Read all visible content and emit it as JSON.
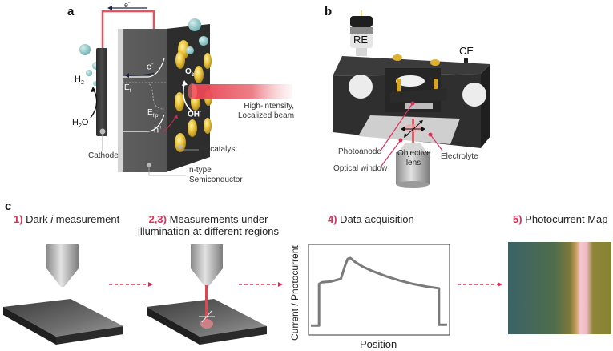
{
  "panels": {
    "a": {
      "label": "a",
      "electron_top": "e",
      "electron_top_sup": "-",
      "h2": "H",
      "h2_sub": "2",
      "h2o_left": "H",
      "h2o_sub": "2",
      "h2o_right": "O",
      "e_band": "e",
      "e_band_sup": "-",
      "ef": "E",
      "ef_sub": "f",
      "efp": "E",
      "efp_sub": "f,p",
      "h_plus": "h",
      "h_plus_sup": "+",
      "o2": "O",
      "o2_sub": "2",
      "oh": "OH",
      "oh_sup": "-",
      "beam_line1": "High-intensity,",
      "beam_line2": "Localized beam",
      "ni_catalyst": "Ni catalyst",
      "cathode": "Cathode",
      "semiconductor_line1": "n-type",
      "semiconductor_line2": "Semiconductor"
    },
    "b": {
      "label": "b",
      "re": "RE",
      "ce": "CE",
      "photoanode": "Photoanode",
      "optical_window": "Optical window",
      "objective_line1": "Objective",
      "objective_line2": "lens",
      "electrolyte": "Electrolyte"
    },
    "c": {
      "label": "c",
      "steps": [
        {
          "num": "1)",
          "text_pre": " Dark ",
          "text_italic": "i",
          "text_post": " measurement"
        },
        {
          "num": "2,3)",
          "line1": " Measurements under",
          "line2": "illumination at different regions"
        },
        {
          "num": "4)",
          "text": " Data acquisition"
        },
        {
          "num": "5)",
          "text": " Photocurrent Map"
        }
      ],
      "chart": {
        "ylabel": "Current / Photocurrent",
        "xlabel": "Position"
      }
    }
  },
  "colors": {
    "accent_red": "#e0305a",
    "beam_red": "#e8414f",
    "catalyst_gold": "#e8c23a",
    "bubble": "#8fc7c8",
    "semiconductor_dark": "#3a3a3a",
    "trace_gray": "#7a7a7a"
  },
  "chart_data": {
    "type": "line",
    "title": "Data acquisition",
    "xlabel": "Position",
    "ylabel": "Current / Photocurrent",
    "xlim": [
      0,
      1
    ],
    "ylim": [
      0,
      1
    ],
    "grid": false,
    "series": [
      {
        "name": "current",
        "x": [
          0.0,
          0.06,
          0.06,
          0.08,
          0.15,
          0.22,
          0.25,
          0.27,
          0.29,
          0.32,
          0.38,
          0.45,
          0.55,
          0.65,
          0.75,
          0.85,
          0.94,
          0.94,
          1.0
        ],
        "y": [
          0.09,
          0.09,
          0.57,
          0.59,
          0.6,
          0.63,
          0.78,
          0.86,
          0.87,
          0.83,
          0.77,
          0.72,
          0.66,
          0.61,
          0.57,
          0.54,
          0.52,
          0.1,
          0.1
        ]
      }
    ]
  }
}
